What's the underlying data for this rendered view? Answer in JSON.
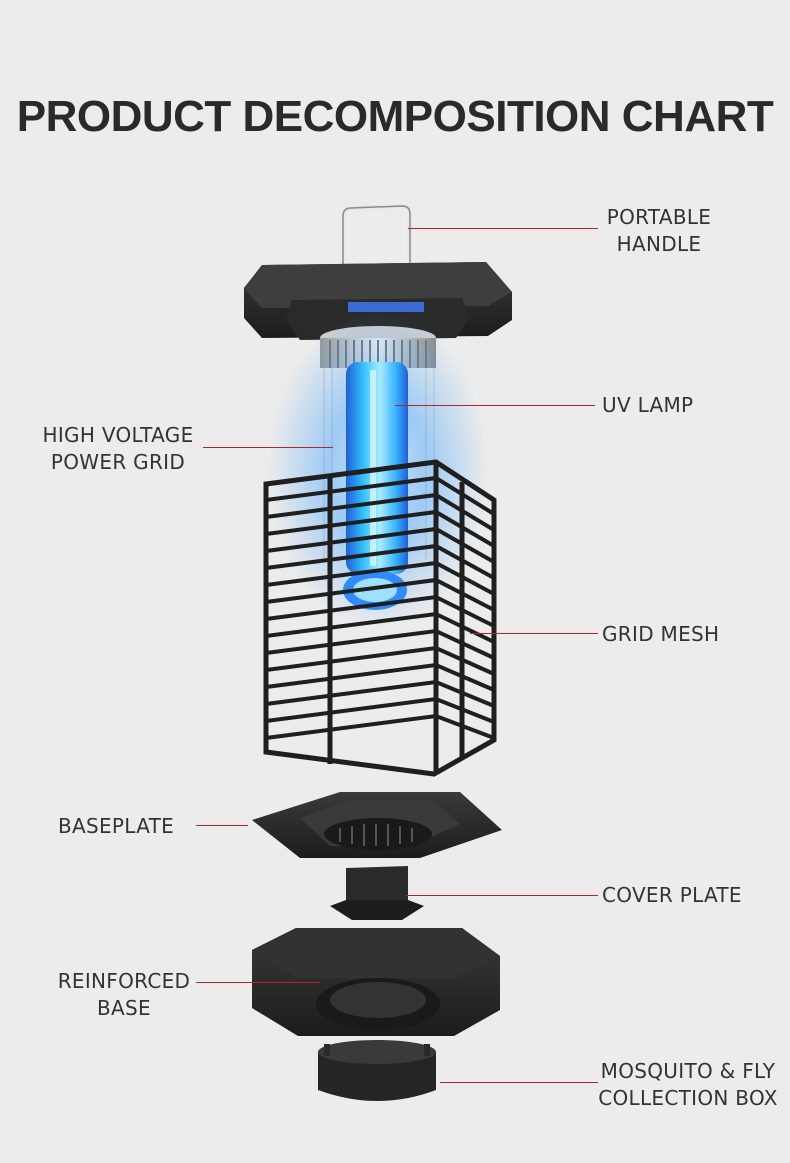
{
  "title": "PRODUCT DECOMPOSITION CHART",
  "colors": {
    "background": "#ececec",
    "leader_line": "#b3262b",
    "body_plastic": "#2b2b2b",
    "uv_glow": "#2f9bff",
    "text": "#333333"
  },
  "labels": {
    "portable_handle": [
      "PORTABLE",
      "HANDLE"
    ],
    "uv_lamp": [
      "UV LAMP"
    ],
    "high_voltage_power_grid": [
      "HIGH VOLTAGE",
      "POWER GRID"
    ],
    "grid_mesh": [
      "GRID MESH"
    ],
    "baseplate": [
      "BASEPLATE"
    ],
    "cover_plate": [
      "COVER PLATE"
    ],
    "reinforced_base": [
      "REINFORCED",
      "BASE"
    ],
    "collection_box": [
      "MOSQUITO & FLY",
      "COLLECTION BOX"
    ]
  }
}
